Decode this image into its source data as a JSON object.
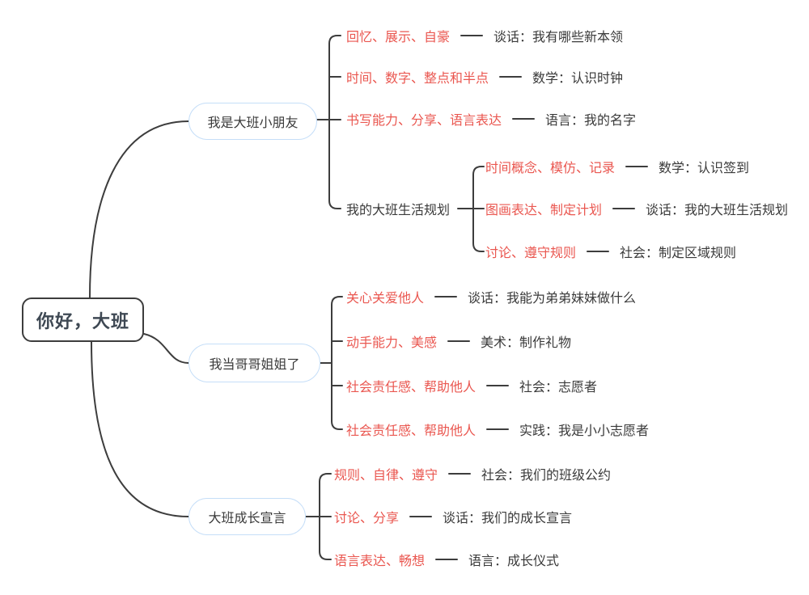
{
  "colors": {
    "accent_red": "#EA5750",
    "line_dark": "#3D3D3D",
    "branch_border_blue": "#C5DEF8",
    "text_dark": "#3A3A3A",
    "root_text": "#3E4853",
    "background": "#FFFFFF"
  },
  "root": {
    "label": "你好，大班"
  },
  "branches": [
    {
      "label": "我是大班小朋友",
      "children": [
        {
          "keywords": "回忆、展示、自豪",
          "activity": "谈话：我有哪些新本领"
        },
        {
          "keywords": "时间、数字、整点和半点",
          "activity": "数学：认识时钟"
        },
        {
          "keywords": "书写能力、分享、语言表达",
          "activity": "语言：我的名字"
        },
        {
          "label": "我的大班生活规划",
          "children": [
            {
              "keywords": "时间概念、模仿、记录",
              "activity": "数学：认识签到"
            },
            {
              "keywords": "图画表达、制定计划",
              "activity": "谈话：我的大班生活规划"
            },
            {
              "keywords": "讨论、遵守规则",
              "activity": "社会：制定区域规则"
            }
          ]
        }
      ]
    },
    {
      "label": "我当哥哥姐姐了",
      "children": [
        {
          "keywords": "关心关爱他人",
          "activity": "谈话：我能为弟弟妹妹做什么"
        },
        {
          "keywords": "动手能力、美感",
          "activity": "美术：制作礼物"
        },
        {
          "keywords": "社会责任感、帮助他人",
          "activity": "社会：志愿者"
        },
        {
          "keywords": "社会责任感、帮助他人",
          "activity": "实践：我是小小志愿者"
        }
      ]
    },
    {
      "label": "大班成长宣言",
      "children": [
        {
          "keywords": "规则、自律、遵守",
          "activity": "社会：我们的班级公约"
        },
        {
          "keywords": "讨论、分享",
          "activity": "谈话：我们的成长宣言"
        },
        {
          "keywords": "语言表达、畅想",
          "activity": "语言：成长仪式"
        }
      ]
    }
  ]
}
